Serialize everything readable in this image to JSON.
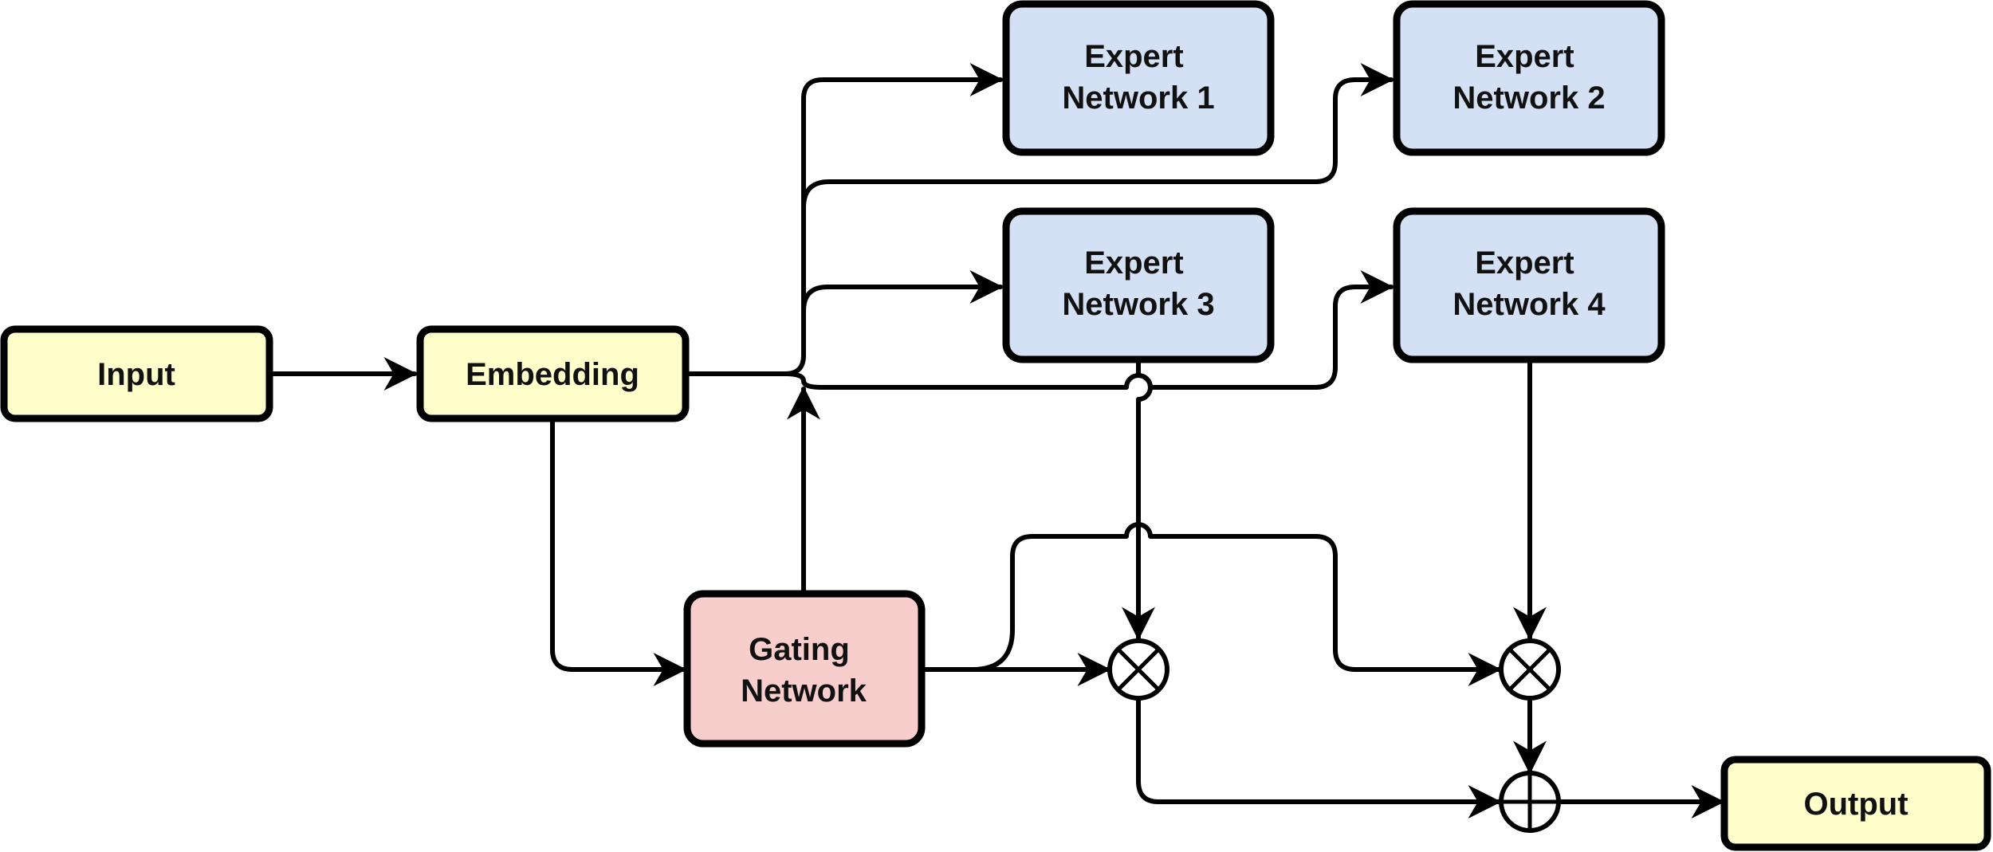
{
  "colors": {
    "io_fill": "#ffffcc",
    "expert_fill": "#d4e1f5",
    "gating_fill": "#f8cecc",
    "stroke": "#000000"
  },
  "nodes": {
    "input": {
      "label": "Input"
    },
    "embedding": {
      "label": "Embedding"
    },
    "gating": {
      "label": [
        "Gating",
        "Network"
      ]
    },
    "expert1": {
      "label": [
        "Expert",
        "Network 1"
      ]
    },
    "expert2": {
      "label": [
        "Expert",
        "Network 2"
      ]
    },
    "expert3": {
      "label": [
        "Expert",
        "Network 3"
      ]
    },
    "expert4": {
      "label": [
        "Expert",
        "Network 4"
      ]
    },
    "output": {
      "label": "Output"
    }
  },
  "operators": {
    "multiply_1": {
      "symbol": "multiply-icon"
    },
    "multiply_2": {
      "symbol": "multiply-icon"
    },
    "sum": {
      "symbol": "plus-icon"
    }
  }
}
